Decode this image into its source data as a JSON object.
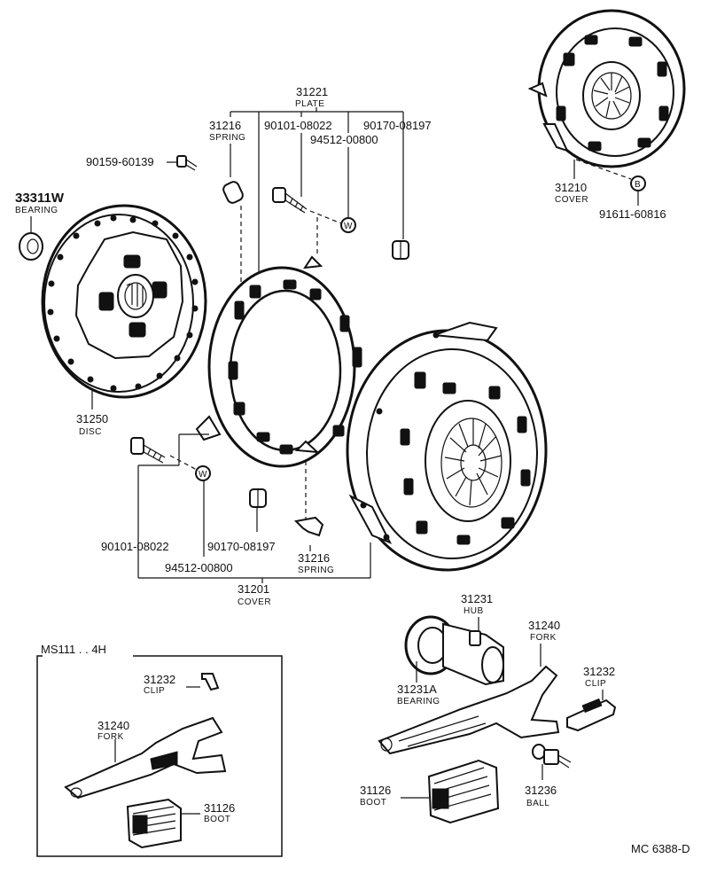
{
  "inset_title": "MS111 . . 4H",
  "diagram_code": "MC  6388-D",
  "callouts": {
    "plate": {
      "part_no": "31221",
      "name": "PLATE"
    },
    "spring_top": {
      "part_no": "31216",
      "name": "SPRING"
    },
    "bolt_top": {
      "part_no": "90101-08022"
    },
    "nut_top": {
      "part_no": "90170-08197"
    },
    "washer_top": {
      "part_no": "94512-00800"
    },
    "screw_top": {
      "part_no": "90159-60139"
    },
    "bearing_left": {
      "part_no": "33311W",
      "name": "BEARING"
    },
    "disc": {
      "part_no": "31250",
      "name": "DISC"
    },
    "cover_top": {
      "part_no": "31210",
      "name": "COVER"
    },
    "cover_top_b": {
      "part_no": "91611-60816"
    },
    "bolt_bottom": {
      "part_no": "90101-08022"
    },
    "washer_bottom": {
      "part_no": "94512-00800"
    },
    "nut_bottom": {
      "part_no": "90170-08197"
    },
    "spring_bottom": {
      "part_no": "31216",
      "name": "SPRING"
    },
    "cover_bottom": {
      "part_no": "31201",
      "name": "COVER"
    },
    "hub": {
      "part_no": "31231",
      "name": "HUB"
    },
    "fork_right": {
      "part_no": "31240",
      "name": "FORK"
    },
    "bearing_hub": {
      "part_no": "31231A",
      "name": "BEARING"
    },
    "clip_right": {
      "part_no": "31232",
      "name": "CLIP"
    },
    "boot_right": {
      "part_no": "31126",
      "name": "BOOT"
    },
    "ball": {
      "part_no": "31236",
      "name": "BALL"
    },
    "clip_inset": {
      "part_no": "31232",
      "name": "CLIP"
    },
    "fork_inset": {
      "part_no": "31240",
      "name": "FORK"
    },
    "boot_inset": {
      "part_no": "31126",
      "name": "BOOT"
    }
  },
  "markers": {
    "washer": "W",
    "b": "B"
  }
}
